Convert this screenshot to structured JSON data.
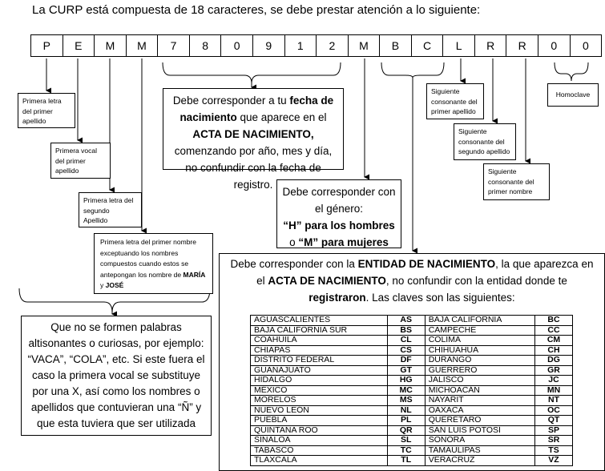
{
  "title": "La CURP está compuesta de 18 caracteres, se debe prestar atención a lo siguiente:",
  "characters": [
    "P",
    "E",
    "M",
    "M",
    "7",
    "8",
    "0",
    "9",
    "1",
    "2",
    "M",
    "B",
    "C",
    "L",
    "R",
    "R",
    "0",
    "0"
  ],
  "notes": {
    "primera_letra": "Primera letra del primer apellido",
    "primera_vocal": "Primera vocal del primer apellido",
    "segundo_apellido_1": "Primera letra del segundo",
    "segundo_apellido_2": "Apellido",
    "nombre_1": "Primera letra del primer nombre exceptuando los nombres compuestos cuando estos se antepongan los nombre de ",
    "nombre_maria": "MARÍA",
    "nombre_y": " y ",
    "nombre_jose": "JOSÉ",
    "homoclave": "Homoclave",
    "cons_primer_ap": "Siguiente consonante del primer apellido",
    "cons_segundo_ap": "Siguiente consonante del segundo apellido",
    "cons_nombre": "Siguiente consonante del primer nombre"
  },
  "fecha": {
    "t1": "Debe corresponder a tu ",
    "b1": "fecha de nacimiento",
    "t2": " que aparece en el ",
    "b2": "ACTA DE NACIMIENTO,",
    "t3": " comenzando por año, mes y día, no confundir con la fecha de registro."
  },
  "genero": {
    "t1": "Debe corresponder con el género:",
    "b1": "“H” para los hombres",
    "t2": " o ",
    "b2": "“M” para mujeres"
  },
  "palabras": "Que no se formen palabras altisonantes o curiosas, por ejemplo: “VACA”, “COLA”, etc. Si este fuera el caso la primera vocal se substituye por una X, así como los nombres o apellidos que contuvieran una “Ñ” y que esta tuviera que ser utilizada",
  "entidad": {
    "t1": "Debe corresponder con la ",
    "b1": "ENTIDAD DE NACIMIENTO",
    "t2": ", la que aparezca en el ",
    "b2": "ACTA DE NACIMIENTO",
    "t3": ", no confundir con la entidad donde te ",
    "b3": "registraron",
    "t4": ". Las claves son las siguientes:"
  },
  "states": [
    [
      "AGUASCALIENTES",
      "AS",
      "BAJA CALIFORNIA",
      "BC"
    ],
    [
      "BAJA CALIFORNIA SUR",
      "BS",
      "CAMPECHE",
      "CC"
    ],
    [
      "COAHUILA",
      "CL",
      "COLIMA",
      "CM"
    ],
    [
      "CHIAPAS",
      "CS",
      "CHIHUAHUA",
      "CH"
    ],
    [
      "DISTRITO FEDERAL",
      "DF",
      "DURANGO",
      "DG"
    ],
    [
      "GUANAJUATO",
      "GT",
      "GUERRERO",
      "GR"
    ],
    [
      "HIDALGO",
      "HG",
      "JALISCO",
      "JC"
    ],
    [
      "MÉXICO",
      "MC",
      "MICHOACÁN",
      "MN"
    ],
    [
      "MORELOS",
      "MS",
      "NAYARIT",
      "NT"
    ],
    [
      "NUEVO LEÓN",
      "NL",
      "OAXACA",
      "OC"
    ],
    [
      "PUEBLA",
      "PL",
      "QUERÉTARO",
      "QT"
    ],
    [
      "QUINTANA ROO",
      "QR",
      "SAN LUIS POTOSÍ",
      "SP"
    ],
    [
      "SINALOA",
      "SL",
      "SONORA",
      "SR"
    ],
    [
      "TABASCO",
      "TC",
      "TAMAULIPAS",
      "TS"
    ],
    [
      "TLAXCALA",
      "TL",
      "VERACRUZ",
      "VZ"
    ]
  ]
}
